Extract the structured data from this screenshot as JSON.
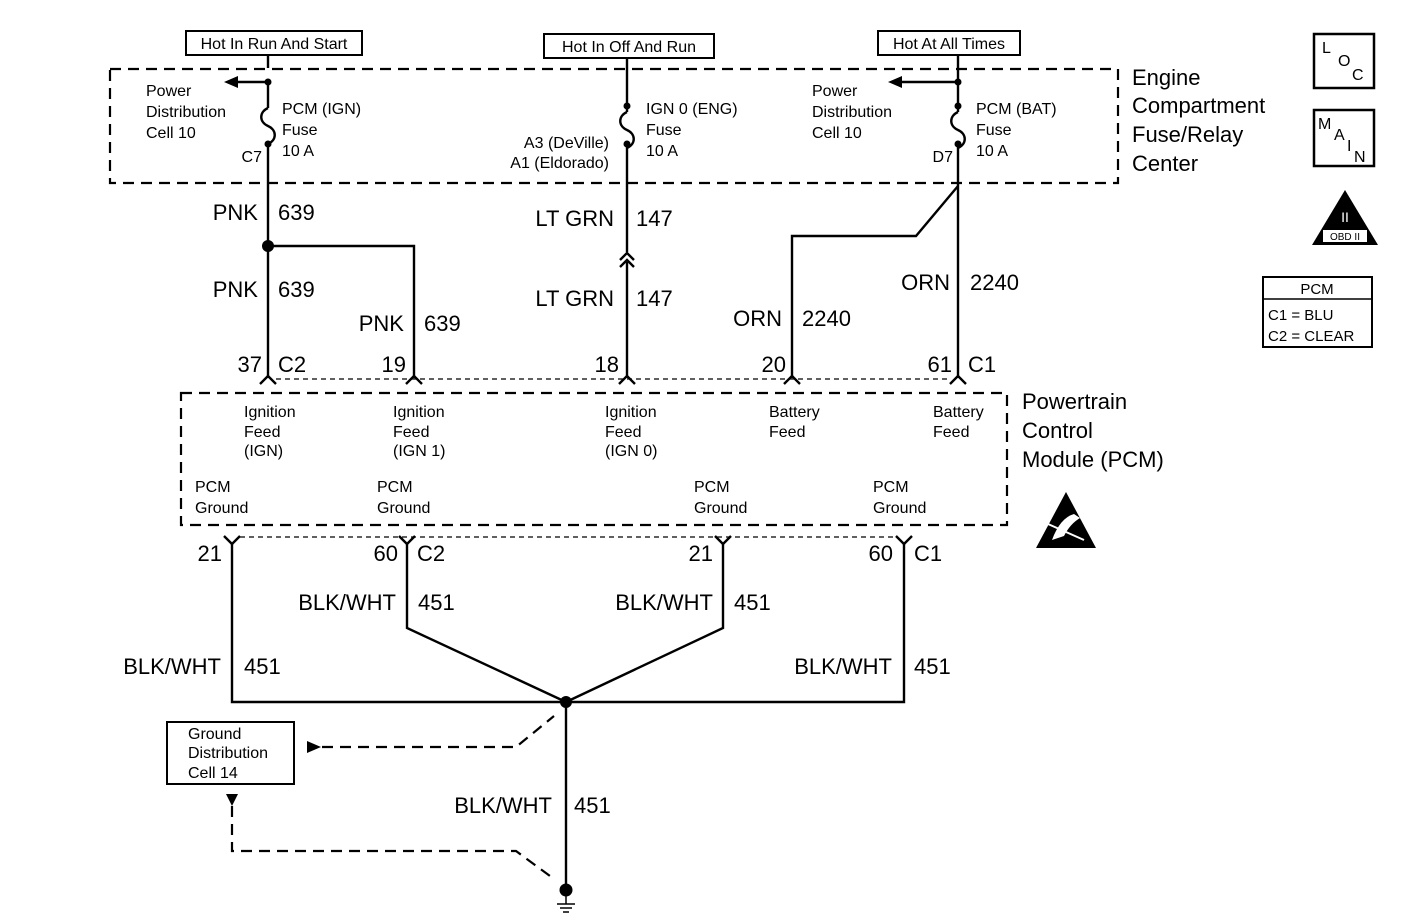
{
  "hot_labels": {
    "run_start": "Hot In Run And Start",
    "off_run": "Hot In Off And Run",
    "all_times": "Hot At All Times"
  },
  "engine_compartment": {
    "title_1": "Engine",
    "title_2": "Compartment",
    "title_3": "Fuse/Relay",
    "title_4": "Center",
    "left": {
      "power_dist_1": "Power",
      "power_dist_2": "Distribution",
      "power_dist_3": "Cell 10",
      "fuse_1": "PCM (IGN)",
      "fuse_2": "Fuse",
      "fuse_3": "10 A",
      "pin": "C7"
    },
    "middle": {
      "fuse_1": "IGN 0 (ENG)",
      "fuse_2": "Fuse",
      "fuse_3": "10 A",
      "pin_1": "A3 (DeVille)",
      "pin_2": "A1 (Eldorado)"
    },
    "right": {
      "power_dist_1": "Power",
      "power_dist_2": "Distribution",
      "power_dist_3": "Cell 10",
      "fuse_1": "PCM (BAT)",
      "fuse_2": "Fuse",
      "fuse_3": "10 A",
      "pin": "D7"
    }
  },
  "wires": {
    "pnk_color": "PNK",
    "pnk_circuit": "639",
    "ltgrn_color": "LT GRN",
    "ltgrn_circuit": "147",
    "orn_color": "ORN",
    "orn_circuit": "2240",
    "blkwht_color": "BLK/WHT",
    "blkwht_circuit": "451"
  },
  "pcm_top_pins": {
    "p37": "37",
    "c2": "C2",
    "p19": "19",
    "p18": "18",
    "p20": "20",
    "p61": "61",
    "c1": "C1"
  },
  "pcm": {
    "title_1": "Powertrain",
    "title_2": "Control",
    "title_3": "Module (PCM)",
    "feeds": [
      {
        "l1": "Ignition",
        "l2": "Feed",
        "l3": "(IGN)"
      },
      {
        "l1": "Ignition",
        "l2": "Feed",
        "l3": "(IGN 1)"
      },
      {
        "l1": "Ignition",
        "l2": "Feed",
        "l3": "(IGN 0)"
      },
      {
        "l1": "Battery",
        "l2": "Feed",
        "l3": ""
      },
      {
        "l1": "Battery",
        "l2": "Feed",
        "l3": ""
      }
    ],
    "grounds": [
      {
        "l1": "PCM",
        "l2": "Ground"
      },
      {
        "l1": "PCM",
        "l2": "Ground"
      },
      {
        "l1": "PCM",
        "l2": "Ground"
      },
      {
        "l1": "PCM",
        "l2": "Ground"
      }
    ]
  },
  "pcm_bottom_pins": {
    "p21a": "21",
    "p60a": "60",
    "c2": "C2",
    "p21b": "21",
    "p60b": "60",
    "c1": "C1"
  },
  "ground_dist": {
    "l1": "Ground",
    "l2": "Distribution",
    "l3": "Cell 14"
  },
  "icons": {
    "loc_1": "L",
    "loc_2": "O",
    "loc_3": "C",
    "main_1": "M",
    "main_2": "A",
    "main_3": "I",
    "main_4": "N",
    "obd_1": "II",
    "obd_2": "OBD II"
  },
  "pcm_legend": {
    "title": "PCM",
    "c1": "C1 = BLU",
    "c2": "C2 = CLEAR"
  }
}
